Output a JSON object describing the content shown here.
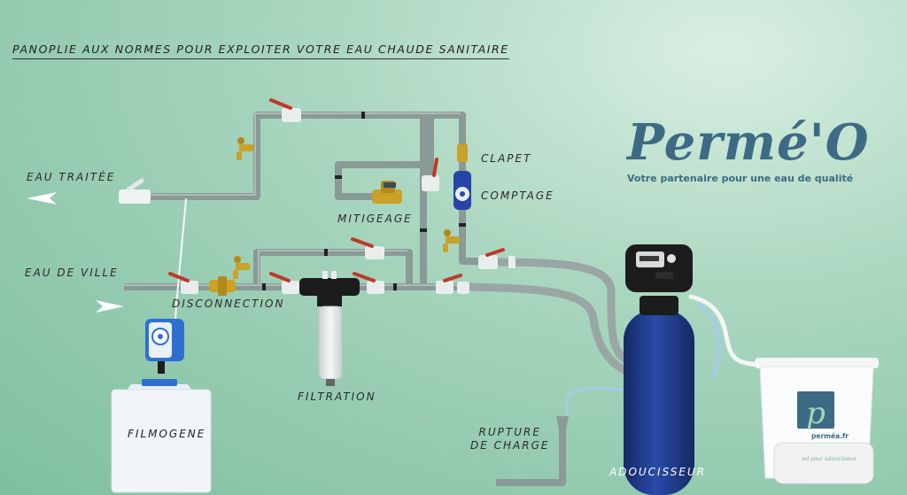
{
  "title": "PANOPLIE AUX NORMES POUR EXPLOITER VOTRE EAU CHAUDE SANITAIRE",
  "brand": {
    "name": "Permé'O",
    "tagline": "Votre partenaire pour une eau de qualité"
  },
  "labels": {
    "eau_traitee": "EAU TRAITÉE",
    "eau_de_ville": "EAU DE VILLE",
    "disconnection": "DISCONNECTION",
    "filtration": "FILTRATION",
    "mitigeage": "MITIGEAGE",
    "clapet": "CLAPET",
    "comptage": "COMPTAGE",
    "rupture_line1": "RUPTURE",
    "rupture_line2": "DE CHARGE",
    "filmogene": "FILMOGENE",
    "adoucisseur": "ADOUCISSEUR"
  },
  "bucket": {
    "brand": "perméa.fr",
    "subtext": "sel pour adoucisseur"
  },
  "colors": {
    "pipe": "#8a9a96",
    "valve_handle": "#c0392b",
    "brass": "#c9a227",
    "tank": "#1f3d8a",
    "brand": "#3e6a85"
  }
}
